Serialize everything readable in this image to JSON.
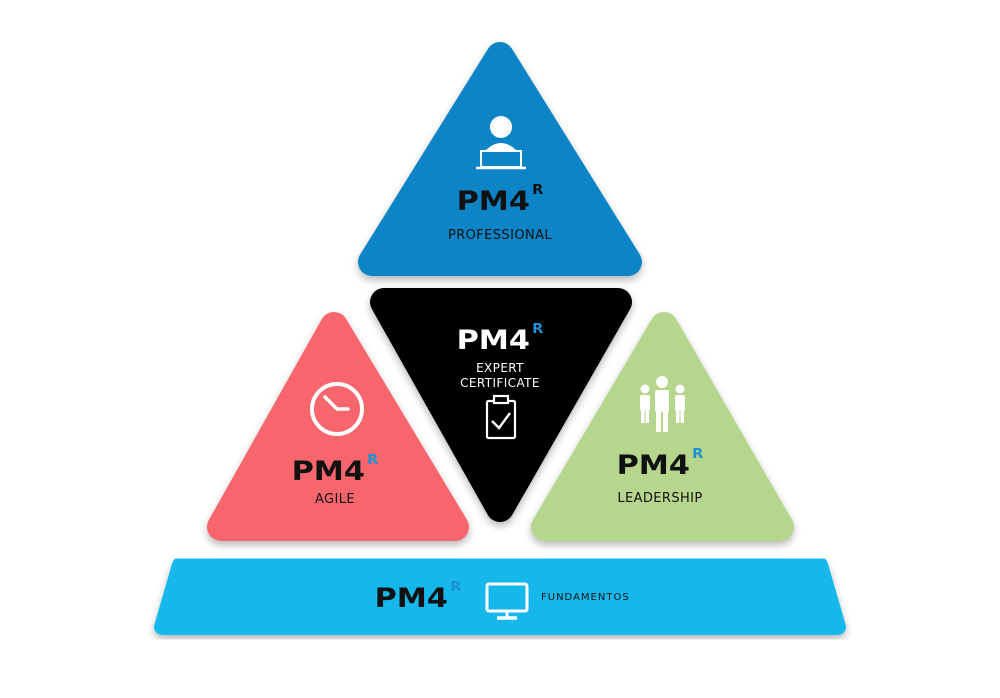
{
  "brand": {
    "name": "PM4",
    "superscript": "R"
  },
  "tiers": {
    "professional": {
      "label": "PROFESSIONAL",
      "color": "#0a84c6",
      "icon": "person-laptop-icon"
    },
    "expert": {
      "label_line1": "EXPERT",
      "label_line2": "CERTIFICATE",
      "color": "#050505",
      "icon": "clipboard-check-icon"
    },
    "agile": {
      "label": "AGILE",
      "color": "#f7666c",
      "icon": "clock-icon"
    },
    "leadership": {
      "label": "LEADERSHIP",
      "color": "#b5d68c",
      "icon": "team-people-icon"
    },
    "fundamentos": {
      "label": "FUNDAMENTOS",
      "color": "#14b8ec",
      "icon": "monitor-icon"
    }
  },
  "colors": {
    "superscript_accent": "#1e90d6",
    "dark_text": "#111111",
    "light_text": "#ffffff"
  }
}
